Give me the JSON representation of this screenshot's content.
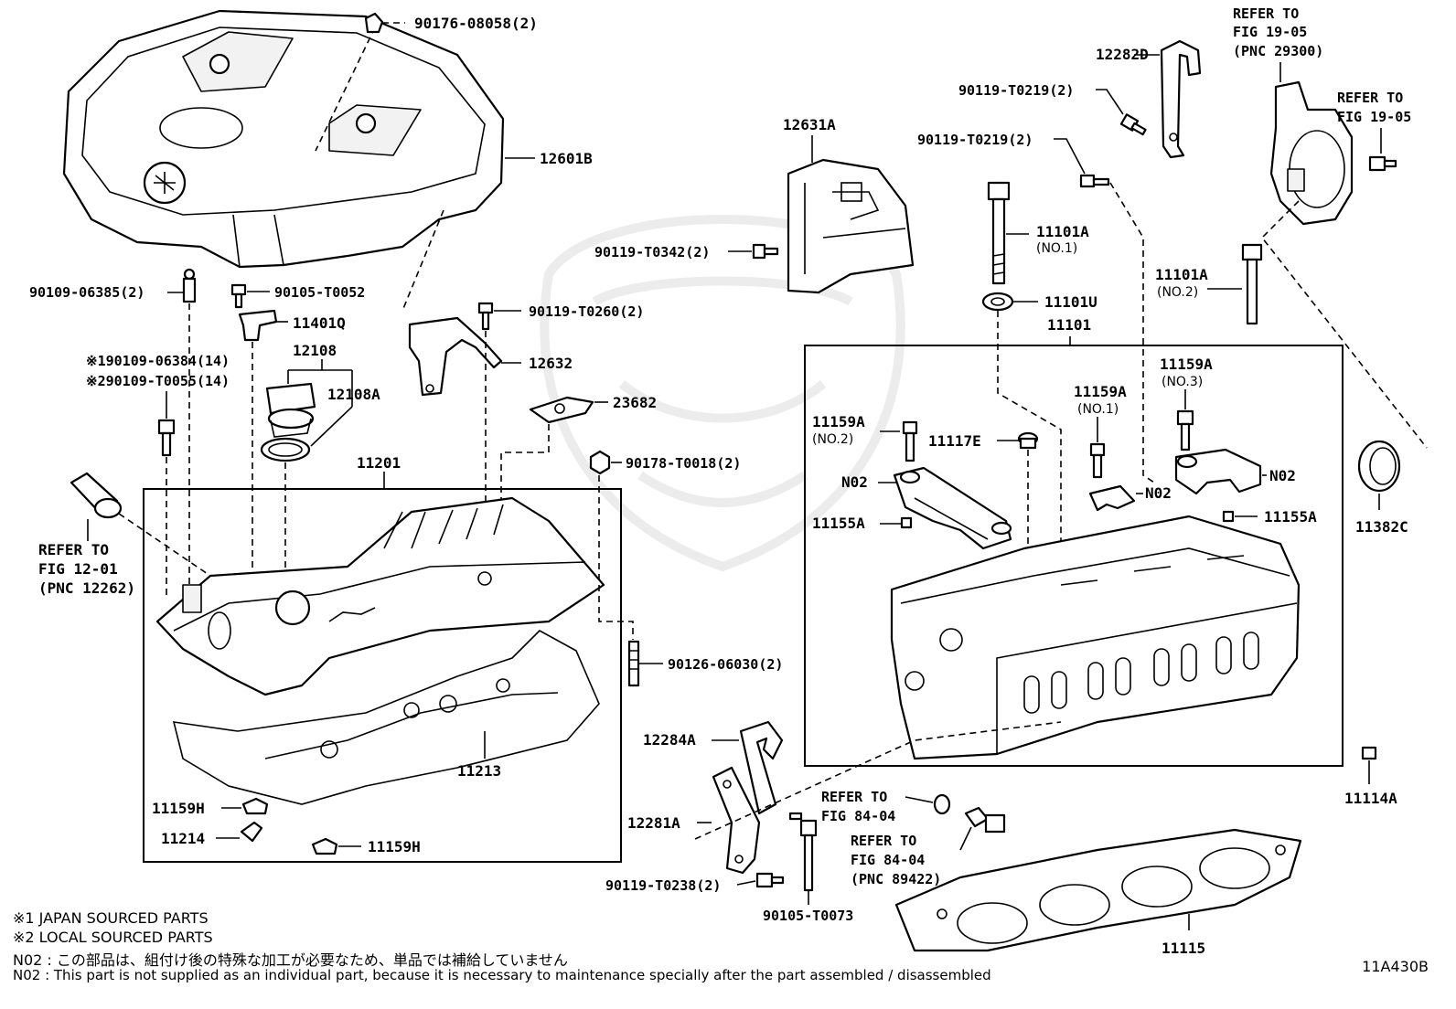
{
  "diagram_code": "11A430B",
  "labels": {
    "p90176": "90176-08058(2)",
    "p12601b": "12601B",
    "p90109_06385": "90109-06385(2)",
    "p90105_t0052": "90105-T0052",
    "p11401q": "11401Q",
    "p12108": "12108",
    "p12108a": "12108A",
    "note1_bolt": "※190109-06384(14)",
    "note2_bolt": "※290109-T0055(14)",
    "p90119_t0260": "90119-T0260(2)",
    "p12632": "12632",
    "p23682": "23682",
    "p90178": "90178-T0018(2)",
    "p11201": "11201",
    "p90126": "90126-06030(2)",
    "p11213": "11213",
    "p11159h_1": "11159H",
    "p11214": "11214",
    "p11159h_2": "11159H",
    "p12631a": "12631A",
    "p90119_t0342": "90119-T0342(2)",
    "p12282d": "12282D",
    "p90119_t0219_a": "90119-T0219(2)",
    "p90119_t0219_b": "90119-T0219(2)",
    "p11101a_1": "11101A",
    "p11101a_1_sub": "(NO.1)",
    "p11101u": "11101U",
    "p11101": "11101",
    "p11101a_2": "11101A",
    "p11101a_2_sub": "(NO.2)",
    "p11159a_no2": "11159A",
    "p11159a_no2_sub": "(NO.2)",
    "p11117e": "11117E",
    "p11159a_no1": "11159A",
    "p11159a_no1_sub": "(NO.1)",
    "p11159a_no3": "11159A",
    "p11159a_no3_sub": "(NO.3)",
    "p_n02_a": "N02",
    "p_n02_b": "N02",
    "p_n02_c": "N02",
    "p11155a_1": "11155A",
    "p11155a_2": "11155A",
    "p11382c": "11382C",
    "p11114a": "11114A",
    "p12284a": "12284A",
    "p12281a": "12281A",
    "p90119_t0238": "90119-T0238(2)",
    "p90105_t0073": "90105-T0073",
    "p11115": "11115"
  },
  "refs": {
    "ref_12_01": [
      "REFER TO",
      "FIG 12-01",
      "(PNC 12262)"
    ],
    "ref_19_05a": [
      "REFER TO",
      "FIG 19-05",
      "(PNC 29300)"
    ],
    "ref_19_05b": [
      "REFER TO",
      "FIG 19-05"
    ],
    "ref_84_04a": [
      "REFER TO",
      "FIG 84-04"
    ],
    "ref_84_04b": [
      "REFER TO",
      "FIG 84-04",
      "(PNC 89422)"
    ]
  },
  "notes": {
    "n1": "※1 JAPAN SOURCED PARTS",
    "n2": "※2 LOCAL SOURCED PARTS",
    "n3": "N02 : この部品は、組付け後の特殊な加工が必要なため、単品では補給していません",
    "n4": "N02 : This part is not supplied as an individual part, because it is necessary to maintenance specially after the part assembled / disassembled"
  }
}
